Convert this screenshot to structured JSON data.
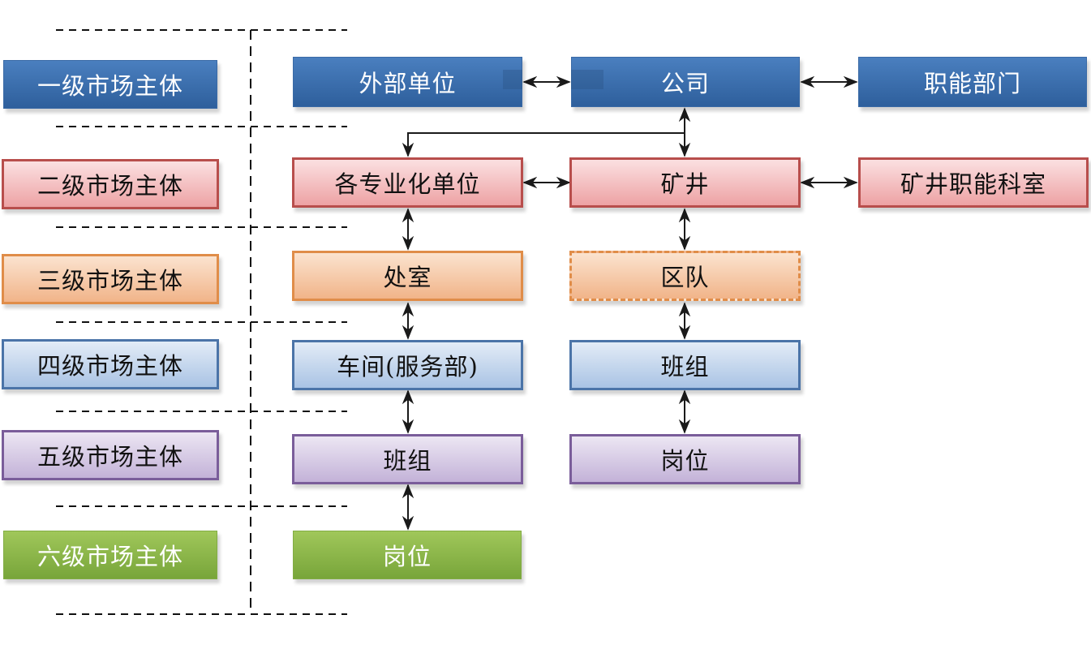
{
  "levels": [
    {
      "label": "一级市场主体",
      "color": "#3B6EAF"
    },
    {
      "label": "二级市场主体",
      "color": "#EDA2A4"
    },
    {
      "label": "三级市场主体",
      "color": "#F1B489"
    },
    {
      "label": "四级市场主体",
      "color": "#A9C3E4"
    },
    {
      "label": "五级市场主体",
      "color": "#C3B2D8"
    },
    {
      "label": "六级市场主体",
      "color": "#8AB84A"
    }
  ],
  "nodes": {
    "external_unit": "外部单位",
    "company": "公司",
    "functional_departments": "职能部门",
    "specialized_units": "各专业化单位",
    "mine": "矿井",
    "mine_functional_sections": "矿井职能科室",
    "office": "处室",
    "district_team": "区队",
    "workshop": "车间(服务部)",
    "team_col2": "班组",
    "team_col1": "班组",
    "post_col2": "岗位",
    "post_col1": "岗位"
  },
  "connections": [
    {
      "from": "external_unit",
      "to": "company",
      "type": "bidirectional"
    },
    {
      "from": "company",
      "to": "functional_departments",
      "type": "bidirectional"
    },
    {
      "from": "company",
      "to": "mine",
      "type": "bidirectional"
    },
    {
      "from": "company",
      "to": "specialized_units",
      "type": "directed"
    },
    {
      "from": "specialized_units",
      "to": "mine",
      "type": "bidirectional"
    },
    {
      "from": "mine",
      "to": "mine_functional_sections",
      "type": "bidirectional"
    },
    {
      "from": "specialized_units",
      "to": "office",
      "type": "bidirectional"
    },
    {
      "from": "mine",
      "to": "district_team",
      "type": "bidirectional"
    },
    {
      "from": "office",
      "to": "workshop",
      "type": "bidirectional"
    },
    {
      "from": "district_team",
      "to": "team_col2",
      "type": "bidirectional"
    },
    {
      "from": "workshop",
      "to": "team_col1",
      "type": "bidirectional"
    },
    {
      "from": "team_col2",
      "to": "post_col2",
      "type": "bidirectional"
    },
    {
      "from": "team_col1",
      "to": "post_col1",
      "type": "bidirectional"
    }
  ]
}
